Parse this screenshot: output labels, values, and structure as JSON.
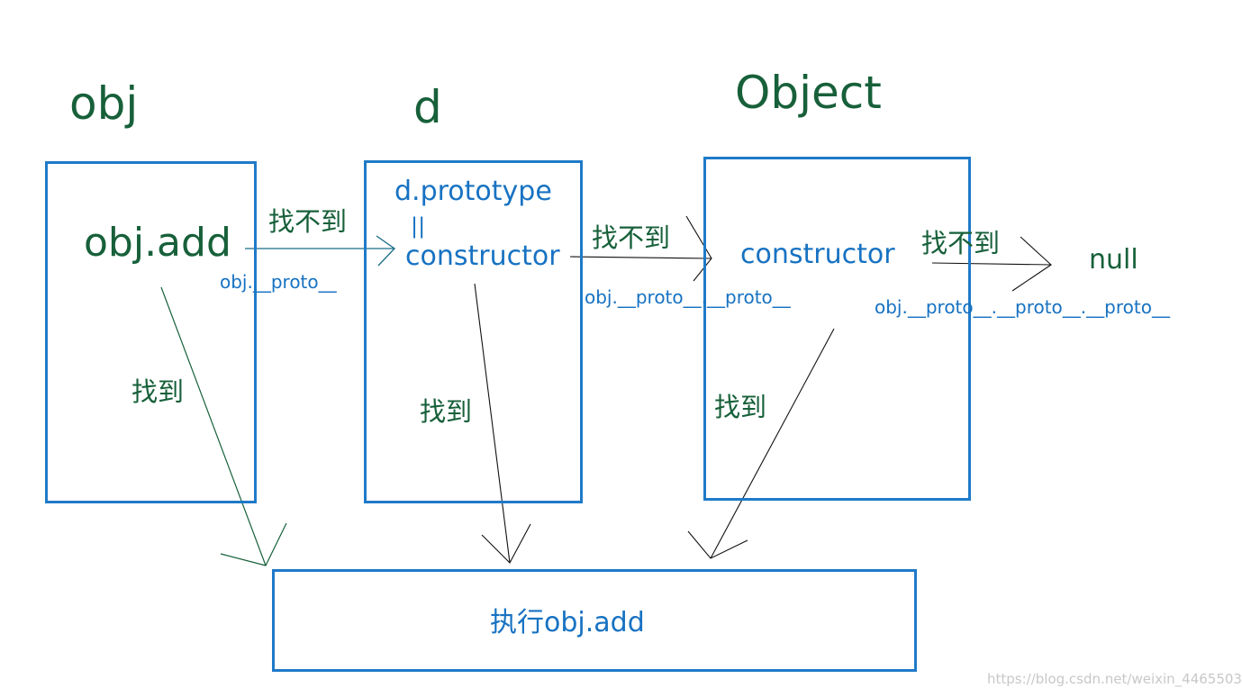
{
  "titles": {
    "obj": "obj",
    "d": "d",
    "object": "Object"
  },
  "boxes": {
    "obj": {
      "method": "obj.add"
    },
    "d": {
      "prototype": "d.prototype",
      "equals": "||",
      "constructor": "constructor"
    },
    "object": {
      "constructor": "constructor"
    },
    "null_label": "null"
  },
  "arrows": {
    "not_found_1": "找不到",
    "not_found_2": "找不到",
    "not_found_3": "找不到",
    "proto_1": "obj.__proto__",
    "proto_2": "obj.__proto__.__proto__",
    "proto_3": "obj.__proto__.__proto__.__proto__",
    "found_1": "找到",
    "found_2": "找到",
    "found_3": "找到"
  },
  "execute": {
    "label": "执行obj.add"
  },
  "watermark": "https://blog.csdn.net/weixin_44655037",
  "colors": {
    "box_border": "#1f7ac8",
    "text_green": "#17603a",
    "text_blue": "#1772c2"
  }
}
